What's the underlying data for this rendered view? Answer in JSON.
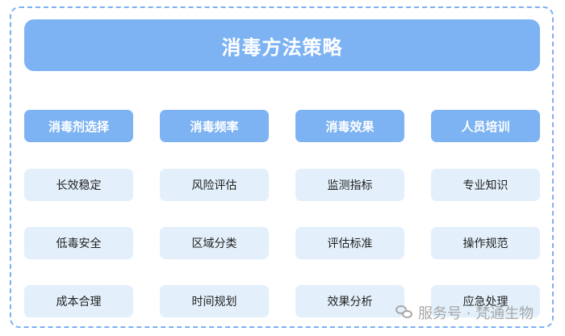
{
  "title": "消毒方法策略",
  "columns": [
    {
      "header": "消毒剂选择",
      "items": [
        "长效稳定",
        "低毒安全",
        "成本合理"
      ]
    },
    {
      "header": "消毒频率",
      "items": [
        "风险评估",
        "区域分类",
        "时间规划"
      ]
    },
    {
      "header": "消毒效果",
      "items": [
        "监测指标",
        "评估标准",
        "效果分析"
      ]
    },
    {
      "header": "人员培训",
      "items": [
        "专业知识",
        "操作规范",
        "应急处理"
      ]
    }
  ],
  "watermark": {
    "text": "服务号 · 梵通生物",
    "icon": "wechat-icon"
  },
  "colors": {
    "accent": "#7db3f2",
    "cell_bg": "#e3f0fb",
    "border": "#7fb0ef"
  }
}
